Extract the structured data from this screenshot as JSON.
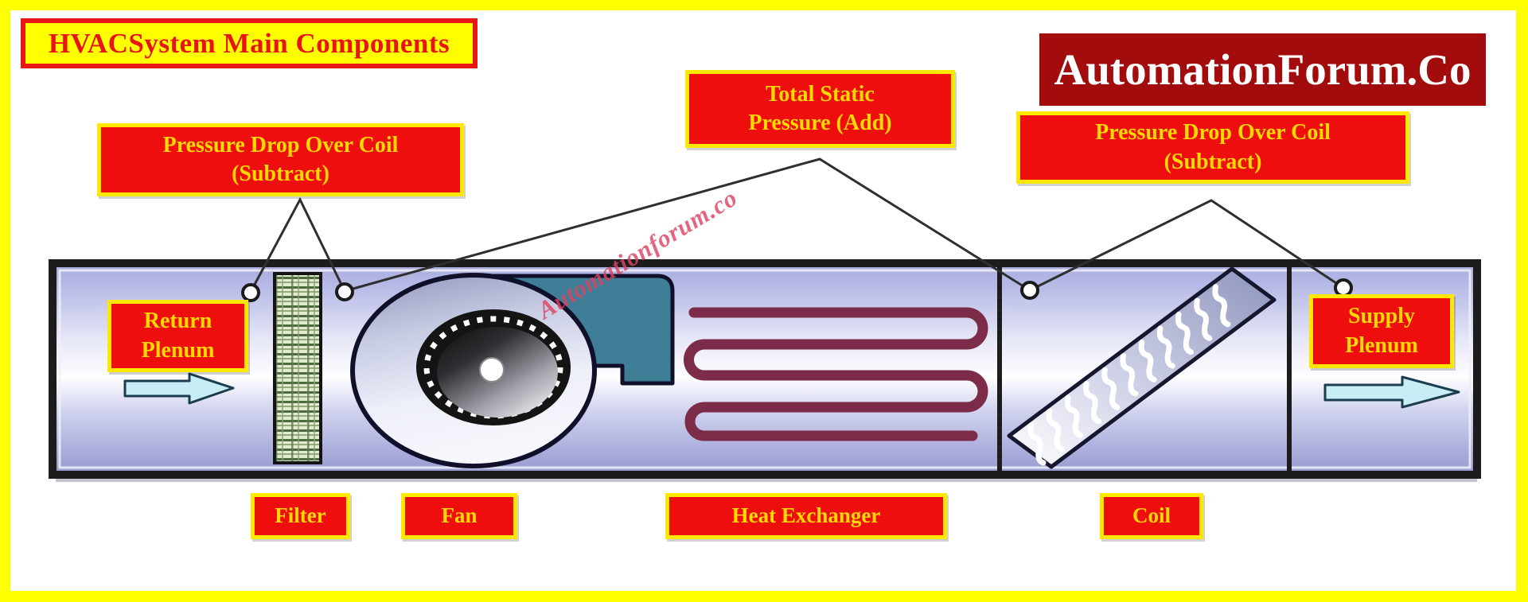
{
  "title": {
    "text": "HVACSystem Main Components"
  },
  "logo": {
    "text": "AutomationForum.Co"
  },
  "callouts": {
    "left": {
      "line1": "Pressure Drop Over Coil",
      "line2": "(Subtract)"
    },
    "center": {
      "line1": "Total Static",
      "line2": "Pressure (Add)"
    },
    "right": {
      "line1": "Pressure Drop Over Coil",
      "line2": "(Subtract)"
    }
  },
  "duct": {
    "return_plenum": {
      "line1": "Return",
      "line2": "Plenum"
    },
    "supply_plenum": {
      "line1": "Supply",
      "line2": "Plenum"
    },
    "components": {
      "filter": "Filter",
      "fan": "Fan",
      "heat_exchanger": "Heat Exchanger",
      "coil": "Coil"
    }
  },
  "watermark": {
    "text": "Automationforum.co"
  },
  "colors": {
    "frame_yellow": "#ffff00",
    "label_red": "#ee0e0e",
    "label_border_yellow": "#ffe800",
    "label_text_yellow": "#ffd900",
    "title_red": "#e81414",
    "logo_maroon": "#a30c0c",
    "duct_lavender": "#b6b8e6",
    "fan_teal": "#3f7e97",
    "heat_exchanger_maroon": "#7c2b49",
    "arrow_cyan": "#c8eef5",
    "connector_grey": "#2f2f2f"
  }
}
